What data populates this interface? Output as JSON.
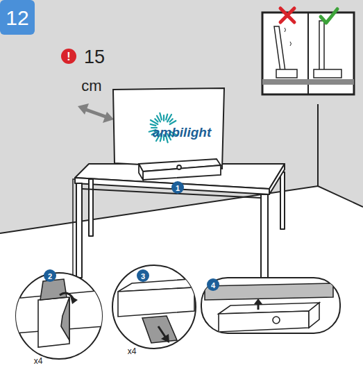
{
  "diagram": {
    "labels": [
      "12",
      "!",
      "15",
      "cm",
      "ambilight",
      "1",
      "2",
      "x4",
      "3",
      "x4",
      "4"
    ]
  }
}
